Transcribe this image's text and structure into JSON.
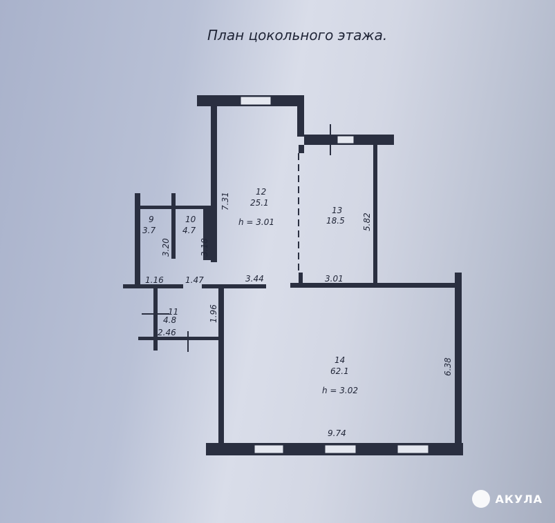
{
  "title": "План цокольного этажа.",
  "rooms": [
    {
      "number": "9",
      "area": "3.7"
    },
    {
      "number": "10",
      "area": "4.7"
    },
    {
      "number": "11",
      "area": "4.8"
    },
    {
      "number": "12",
      "area": "25.1",
      "height": "h = 3.01"
    },
    {
      "number": "13",
      "area": "18.5"
    },
    {
      "number": "14",
      "area": "62.1",
      "height": "h = 3.02"
    }
  ],
  "dimensions": {
    "d731": "7.31",
    "d320": "3.20",
    "d318": "3.18",
    "d116": "1.16",
    "d147": "1.47",
    "d344": "3.44",
    "d301": "3.01",
    "d582": "5.82",
    "d196": "1.96",
    "d246": "2.46",
    "d638": "6.38",
    "d974": "9.74"
  },
  "watermark": "АКУЛА"
}
